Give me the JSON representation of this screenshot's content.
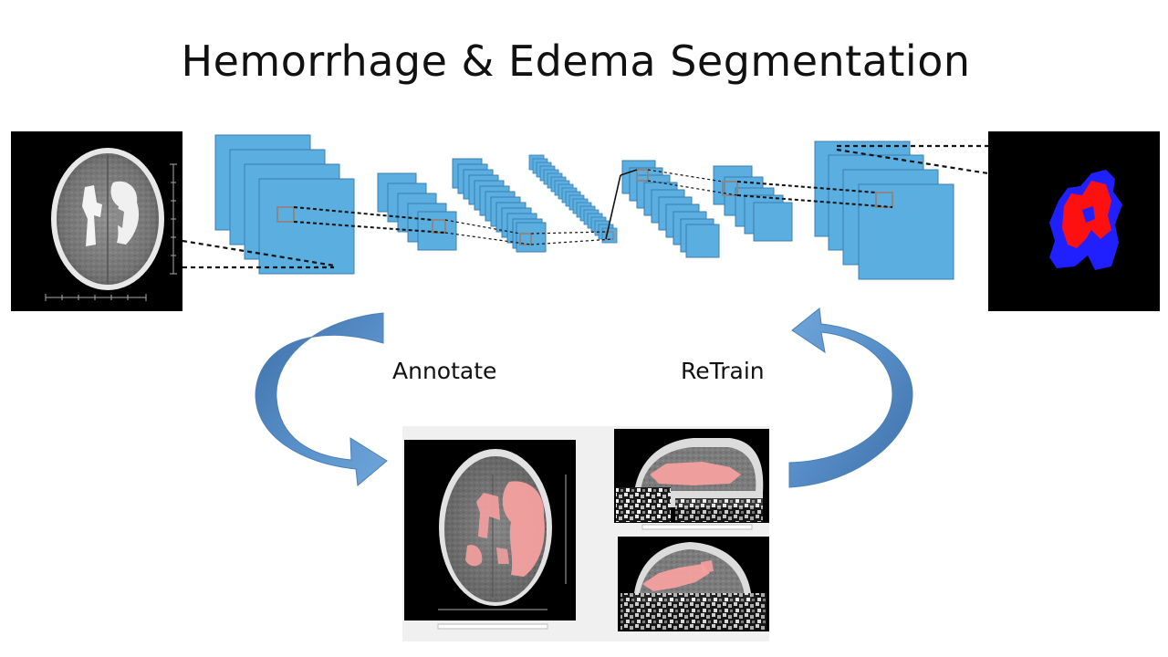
{
  "title": "Hemorrhage & Edema Segmentation",
  "labels": {
    "annotate": "Annotate",
    "retrain": "ReTrain"
  },
  "colors": {
    "feature_map_fill": "#5aaee0",
    "feature_map_stroke": "#3c7fb0",
    "arrow_fill": "#5b93cc",
    "hemorrhage_mask": "#ff1010",
    "edema_mask": "#2020ff",
    "annotation_overlay": "#f6a0a0"
  },
  "icons": {
    "input_scan": "ct-brain-scan",
    "output_mask": "segmentation-mask",
    "annotate_arrow": "curved-arrow-down",
    "retrain_arrow": "curved-arrow-up"
  }
}
